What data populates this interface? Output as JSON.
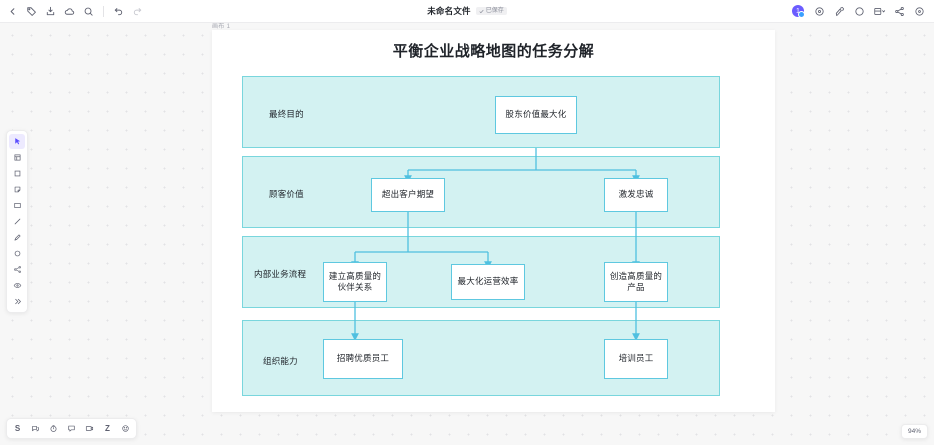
{
  "app": {
    "doc_title": "未命名文件",
    "doc_badge": "已保存",
    "avatar_initial": "1",
    "zoom_level": "94%",
    "page_label": "画布 1"
  },
  "topbar": {
    "left_tools": [
      {
        "name": "back-icon",
        "label": "返回"
      },
      {
        "name": "tag-icon",
        "label": "标签"
      },
      {
        "name": "download-icon",
        "label": "下载"
      },
      {
        "name": "cloud-icon",
        "label": "云端"
      },
      {
        "name": "search-icon",
        "label": "搜索"
      },
      {
        "name": "undo-icon",
        "label": "撤销"
      },
      {
        "name": "redo-icon",
        "label": "重做"
      }
    ],
    "right_tools": [
      {
        "name": "timer-icon",
        "label": "计时器"
      },
      {
        "name": "presentation-icon",
        "label": "演示"
      },
      {
        "name": "comment-circle-icon",
        "label": "评论"
      },
      {
        "name": "layout-icon",
        "label": "布局"
      },
      {
        "name": "share-icon",
        "label": "分享"
      },
      {
        "name": "help-icon",
        "label": "帮助"
      }
    ]
  },
  "left_rail": {
    "items": [
      {
        "name": "cursor-tool",
        "label": "选择",
        "active": true
      },
      {
        "name": "frame-tool",
        "label": "画框"
      },
      {
        "name": "shape-tool",
        "label": "形状"
      },
      {
        "name": "sticky-note-tool",
        "label": "便签"
      },
      {
        "name": "rectangle-tool",
        "label": "矩形"
      },
      {
        "name": "line-tool",
        "label": "直线"
      },
      {
        "name": "pen-tool",
        "label": "画笔"
      },
      {
        "name": "circle-tool",
        "label": "圆形"
      },
      {
        "name": "connector-tool",
        "label": "连接线"
      },
      {
        "name": "eye-tool",
        "label": "查看"
      },
      {
        "name": "more-tool",
        "label": "更多"
      }
    ]
  },
  "bottom_bar": {
    "items": [
      {
        "name": "select-mode-icon",
        "label": "S"
      },
      {
        "name": "comment-icon",
        "label": "评论"
      },
      {
        "name": "timer-icon",
        "label": "计时"
      },
      {
        "name": "chat-icon",
        "label": "聊天"
      },
      {
        "name": "media-icon",
        "label": "媒体"
      },
      {
        "name": "zoom-letter-icon",
        "label": "Z"
      },
      {
        "name": "emoji-icon",
        "label": "表情"
      }
    ]
  },
  "diagram": {
    "title": "平衡企业战略地图的任务分解",
    "bands": [
      {
        "id": "band-1",
        "label": "最终目的",
        "nodes": [
          {
            "id": "n1",
            "text": "股东价值最大化"
          }
        ]
      },
      {
        "id": "band-2",
        "label": "顾客价值",
        "nodes": [
          {
            "id": "n2",
            "text": "超出客户期望"
          },
          {
            "id": "n3",
            "text": "激发忠诚"
          }
        ]
      },
      {
        "id": "band-3",
        "label": "内部业务流程",
        "nodes": [
          {
            "id": "n4",
            "text": "建立高质量的伙伴关系"
          },
          {
            "id": "n5",
            "text": "最大化运营效率"
          },
          {
            "id": "n6",
            "text": "创造高质量的产品"
          }
        ]
      },
      {
        "id": "band-4",
        "label": "组织能力",
        "nodes": [
          {
            "id": "n7",
            "text": "招聘优质员工"
          },
          {
            "id": "n8",
            "text": "培训员工"
          }
        ]
      }
    ],
    "colors": {
      "band_fill": "#d3f2f2",
      "band_border": "#79d6dd",
      "node_border": "#5ec8e0",
      "connector": "#4fc0e0",
      "page_bg": "#ffffff"
    }
  }
}
